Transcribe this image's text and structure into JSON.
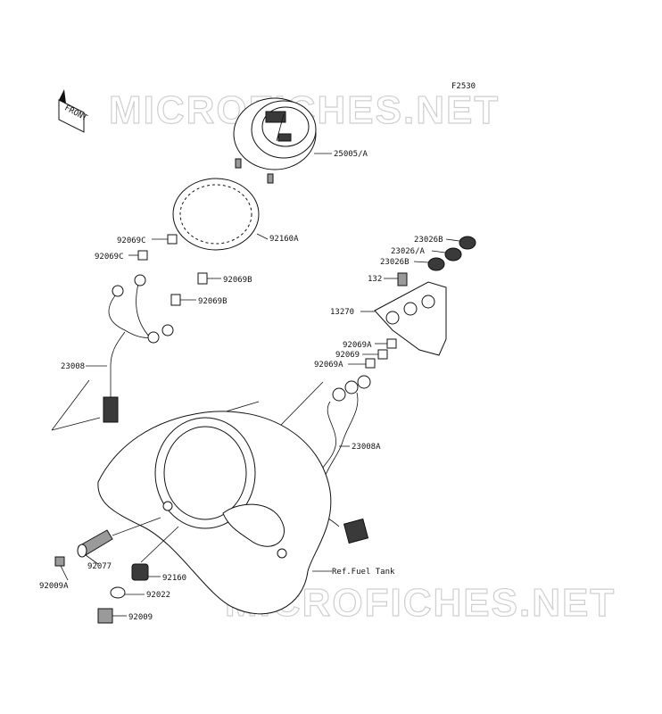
{
  "figure_code": "F2530",
  "front_label": "FRONT",
  "watermark": "MICROFICHES.NET",
  "labels": {
    "p25005": "25005/A",
    "p92160A": "92160A",
    "p92069C_1": "92069C",
    "p92069C_2": "92069C",
    "p92069B_1": "92069B",
    "p92069B_2": "92069B",
    "p23008": "23008",
    "p23026B_1": "23026B",
    "p23026A": "23026/A",
    "p23026B_2": "23026B",
    "p132": "132",
    "p13270": "13270",
    "p92069A_1": "92069A",
    "p92069": "92069",
    "p92069A_2": "92069A",
    "p23008A": "23008A",
    "pFuelTank": "Ref.Fuel Tank",
    "p92077": "92077",
    "p92009A": "92009A",
    "p92160": "92160",
    "p92022": "92022",
    "p92009": "92009"
  }
}
